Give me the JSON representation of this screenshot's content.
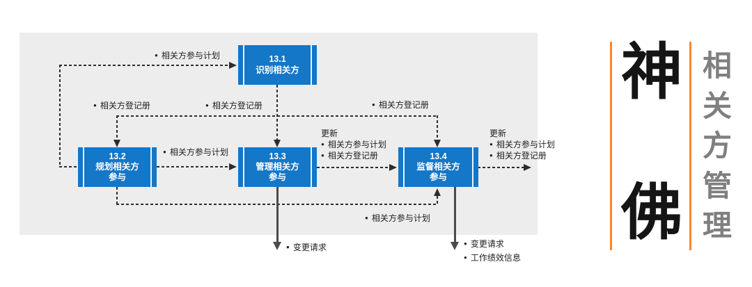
{
  "colors": {
    "panel_bg": "#ededed",
    "node_blue": "#1477c8",
    "line_dark": "#2c2c2c",
    "line_solid": "#4a4a4a",
    "accent": "#f8872e",
    "banner_gray": "#7f7f7f",
    "brand_black": "#151515"
  },
  "bullet": "●",
  "diagram": {
    "processes": [
      {
        "id": "13.1",
        "name": "识别相关方"
      },
      {
        "id": "13.2",
        "name": "规划相关方参与"
      },
      {
        "id": "13.3",
        "name": "管理相关方参与"
      },
      {
        "id": "13.4",
        "name": "监督相关方参与"
      }
    ],
    "labels": {
      "plan_to_identify": "相关方参与计划",
      "register_left": "相关方登记册",
      "register_mid": "相关方登记册",
      "register_right": "相关方登记册",
      "plan_between": "相关方参与计划",
      "manage_updates_title": "更新",
      "manage_updates": [
        "相关方参与计划",
        "相关方登记册"
      ],
      "monitor_updates_title": "更新",
      "monitor_updates": [
        "相关方参与计划",
        "相关方登记册"
      ],
      "plan_loop": "相关方参与计划",
      "manage_out": [
        "变更请求"
      ],
      "monitor_out": [
        "变更请求",
        "工作绩效信息"
      ]
    }
  },
  "banner": {
    "brand_top": "神",
    "brand_bottom": "佛",
    "title": "相关方管理",
    "title_chars": [
      "相",
      "关",
      "方",
      "管",
      "理"
    ]
  }
}
